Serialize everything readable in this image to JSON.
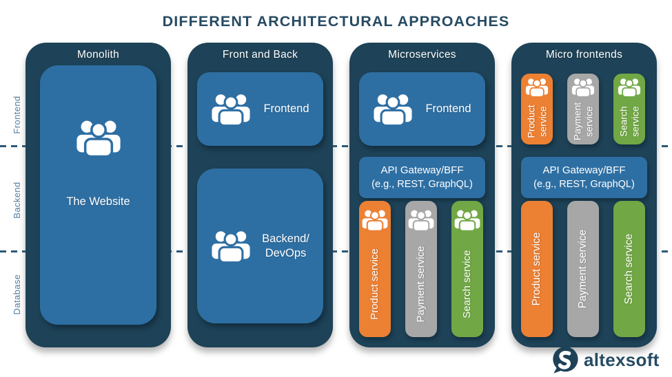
{
  "title": "DIFFERENT ARCHITECTURAL APPROACHES",
  "rows": {
    "frontend": "Frontend",
    "backend": "Backend",
    "database": "Database"
  },
  "columns": {
    "monolith": {
      "title": "Monolith",
      "website_label": "The Website"
    },
    "front_and_back": {
      "title": "Front and Back",
      "frontend_label": "Frontend",
      "backend_line1": "Backend/",
      "backend_line2": "DevOps"
    },
    "microservices": {
      "title": "Microservices",
      "frontend_label": "Frontend",
      "api_line1": "API Gateway/BFF",
      "api_line2": "(e.g., REST, GraphQL)",
      "services": [
        {
          "label": "Product service",
          "color": "#ec8033"
        },
        {
          "label": "Payment service",
          "color": "#a7a7a7"
        },
        {
          "label": "Search service",
          "color": "#71a845"
        }
      ]
    },
    "micro_frontends": {
      "title": "Micro frontends",
      "api_line1": "API Gateway/BFF",
      "api_line2": "(e.g., REST, GraphQL)",
      "frontend_services": [
        {
          "line1": "Product",
          "line2": "service",
          "color": "#ec8033"
        },
        {
          "line1": "Payment",
          "line2": "service",
          "color": "#a7a7a7"
        },
        {
          "line1": "Search",
          "line2": "service",
          "color": "#71a845"
        }
      ],
      "services": [
        {
          "label": "Product service",
          "color": "#ec8033"
        },
        {
          "label": "Payment service",
          "color": "#a7a7a7"
        },
        {
          "label": "Search service",
          "color": "#71a845"
        }
      ]
    }
  },
  "logo": {
    "text": "altexsoft"
  },
  "colors": {
    "navy": "#1e4257",
    "blue": "#2e6fa3",
    "orange": "#ec8033",
    "gray": "#a7a7a7",
    "green": "#71a845",
    "ink": "#274b63",
    "label": "#567d9e",
    "dash": "#2b5876",
    "white": "#ffffff"
  }
}
